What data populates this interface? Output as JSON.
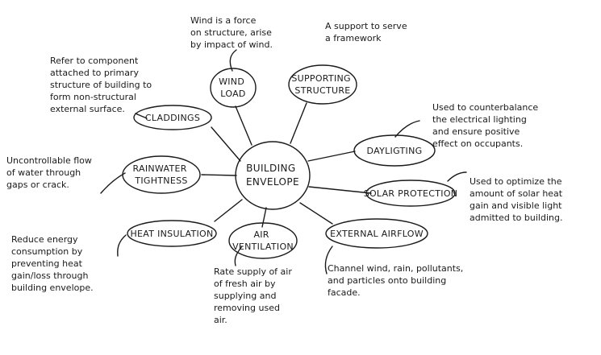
{
  "center": {
    "lines": [
      "BUILDING",
      "ENVELOPE"
    ]
  },
  "nodes": {
    "wind_load": {
      "lines": [
        "WIND",
        "LOAD"
      ]
    },
    "supporting_structure": {
      "lines": [
        "SUPPORTING",
        "STRUCTURE"
      ]
    },
    "claddings": {
      "lines": [
        "CLADDINGS"
      ]
    },
    "daylighting": {
      "lines": [
        "DAYLIGTING"
      ]
    },
    "rainwater": {
      "lines": [
        "RAINWATER",
        "TIGHTNESS"
      ]
    },
    "solar_protection": {
      "lines": [
        "SOLAR PROTECTION"
      ]
    },
    "heat_insulation": {
      "lines": [
        "HEAT INSULATION"
      ]
    },
    "air_ventilation": {
      "lines": [
        "AIR",
        "VENTILATION"
      ]
    },
    "external_airflow": {
      "lines": [
        "EXTERNAL AIRFLOW"
      ]
    }
  },
  "notes": {
    "wind_load": "Wind is a force\non structure, arise\nby impact of wind.",
    "supporting_structure": "A support to serve\na framework",
    "claddings": "Refer to component\nattached to primary\nstructure of building to\nform non-structural\nexternal surface.",
    "daylighting": "Used to counterbalance\nthe electrical lighting\nand ensure positive\neffect on occupants.",
    "rainwater": "Uncontrollable flow\nof water through\ngaps or crack.",
    "solar_protection": "Used to optimize the\namount of solar heat\ngain and visible light\nadmitted to building.",
    "heat_insulation": "Reduce energy\nconsumption by\npreventing heat\ngain/loss through\nbuilding envelope.",
    "air_ventilation": "Rate supply of air\nof fresh air by\nsupplying and\nremoving used\nair.",
    "external_airflow": "Channel wind, rain, pollutants,\nand particles onto building\nfacade."
  }
}
